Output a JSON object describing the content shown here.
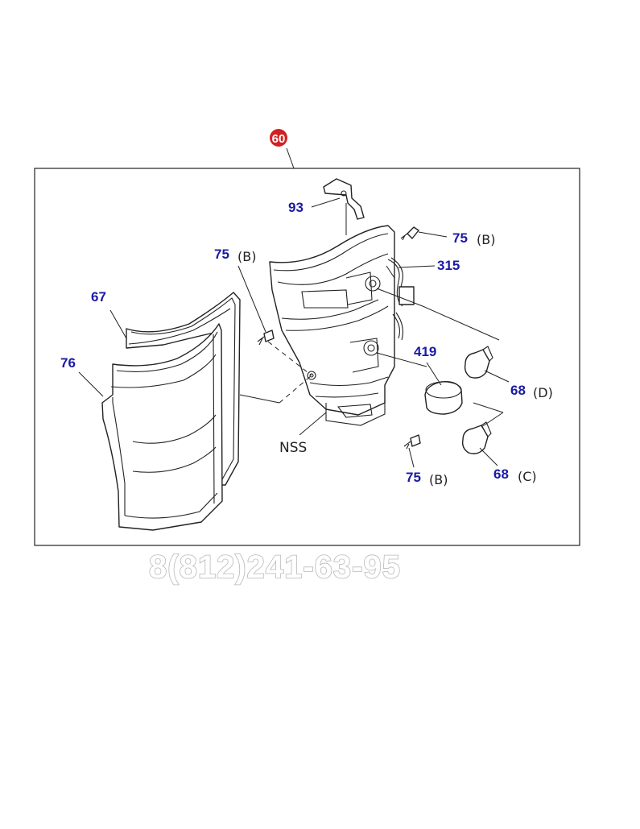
{
  "badge": {
    "label": "60",
    "color": "#d42020"
  },
  "callouts": {
    "c93": "93",
    "c75_top_right": {
      "num": "75",
      "suffix": "(B)"
    },
    "c315": "315",
    "c75_left": {
      "num": "75",
      "suffix": "(B)"
    },
    "c67": "67",
    "c76": "76",
    "c419": "419",
    "c68_d": {
      "num": "68",
      "suffix": "(D)"
    },
    "c68_c": {
      "num": "68",
      "suffix": "(C)"
    },
    "c75_bottom": {
      "num": "75",
      "suffix": "(B)"
    },
    "nss": "NSS"
  },
  "phone": "8(812)241-63-95",
  "colors": {
    "callout": "#1a1aa6",
    "badge": "#d42020",
    "line": "#222222"
  }
}
